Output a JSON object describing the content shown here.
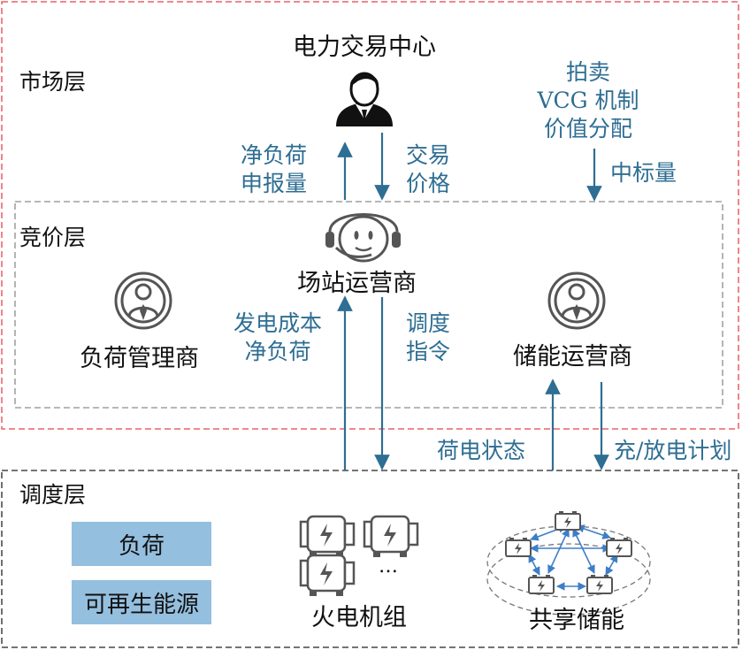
{
  "layers": {
    "market": "市场层",
    "bidding": "竞价层",
    "dispatch": "调度层"
  },
  "nodes": {
    "trading_center": "电力交易中心",
    "station_operator": "场站运营商",
    "load_manager": "负荷管理商",
    "storage_operator": "储能运营商",
    "thermal_units": "火电机组",
    "shared_storage": "共享储能",
    "ellipsis": "…"
  },
  "flows": {
    "net_load_bid": [
      "净负荷",
      "申报量"
    ],
    "trade_price": [
      "交易",
      "价格"
    ],
    "mechanism": [
      "拍卖",
      "VCG 机制",
      "价值分配"
    ],
    "winning_amount": "中标量",
    "gen_cost_net_load": [
      "发电成本",
      "净负荷"
    ],
    "dispatch_order": [
      "调度",
      "指令"
    ],
    "soc": "荷电状态",
    "charge_plan": "充/放电计划"
  },
  "boxes": {
    "load": "负荷",
    "renewable": "可再生能源"
  },
  "colors": {
    "market_border": "#e8424a",
    "inner_border": "#8c8c8c",
    "dispatch_border": "#222222",
    "arrow": "#2e6e93",
    "box_fill": "#95bfdf"
  }
}
